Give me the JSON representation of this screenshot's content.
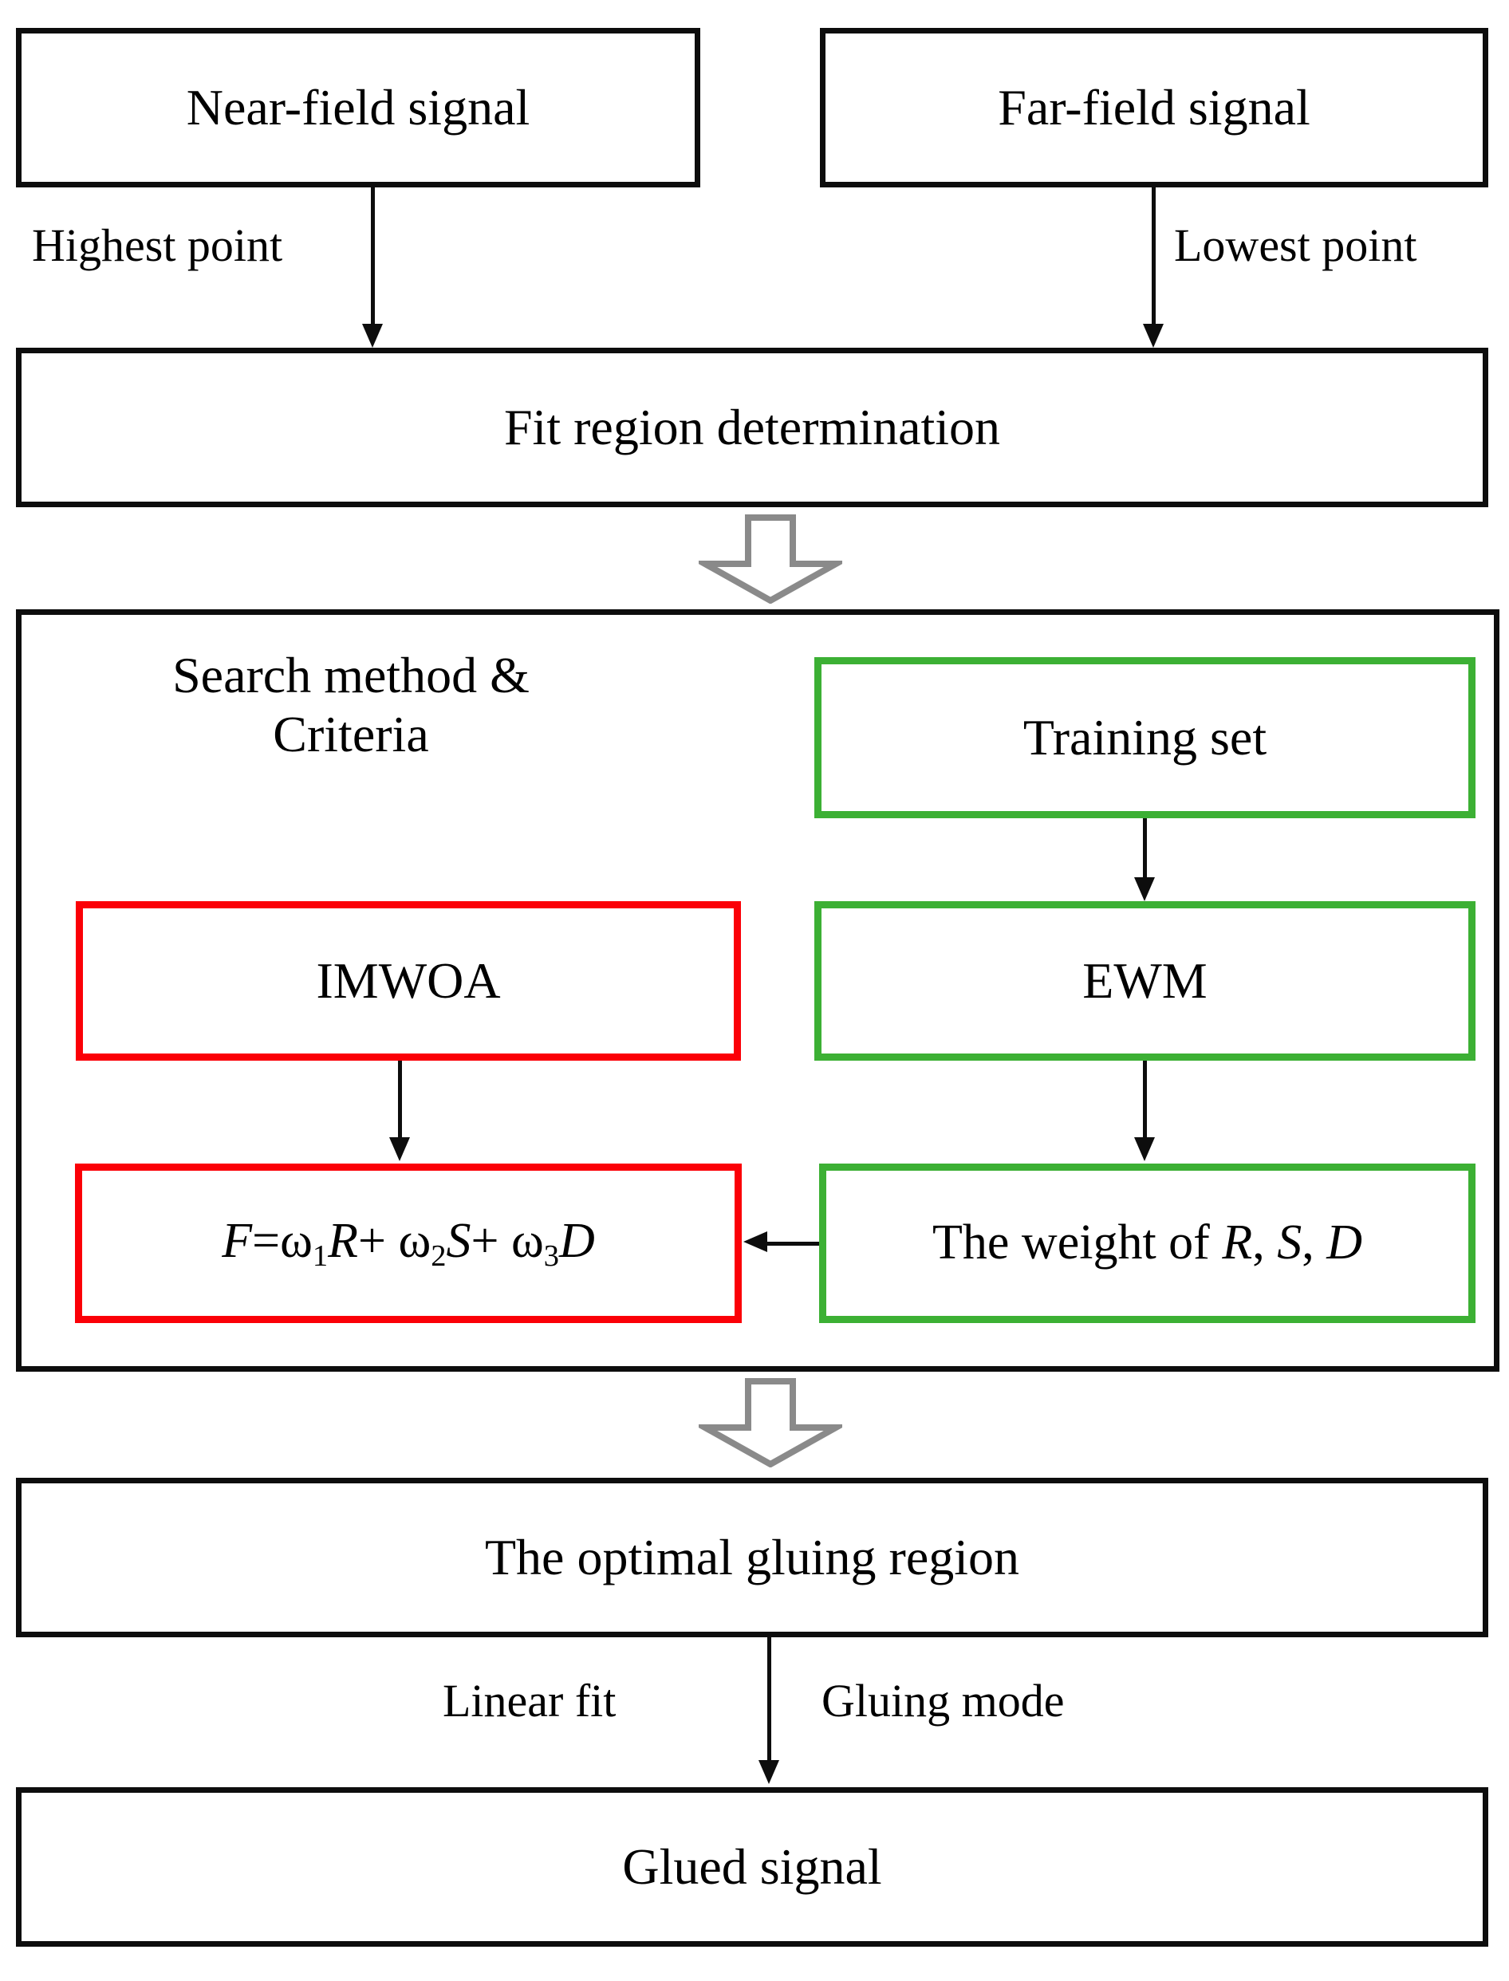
{
  "diagram": {
    "title": "Gluing region optimization flowchart",
    "colors": {
      "outline": "#0d0d0d",
      "red": "#fb0007",
      "green": "#3cb034",
      "block_arrow": "#808080",
      "background": "#ffffff"
    },
    "nodes": {
      "near_field": "Near-field signal",
      "far_field": "Far-field signal",
      "fit_region": "Fit region determination",
      "search_criteria_line1": "Search method &",
      "search_criteria_line2": "Criteria",
      "training_set": "Training set",
      "imwoa": "IMWOA",
      "ewm": "EWM",
      "formula_prefix": "F",
      "formula_full": "F=ω1R+ ω2S+ ω3D",
      "weight": "The weight of R, S, D",
      "optimal_region": "The optimal gluing region",
      "glued_signal": "Glued signal"
    },
    "edge_labels": {
      "highest_point": "Highest point",
      "lowest_point": "Lowest point",
      "linear_fit": "Linear fit",
      "gluing_mode": "Gluing mode"
    }
  }
}
